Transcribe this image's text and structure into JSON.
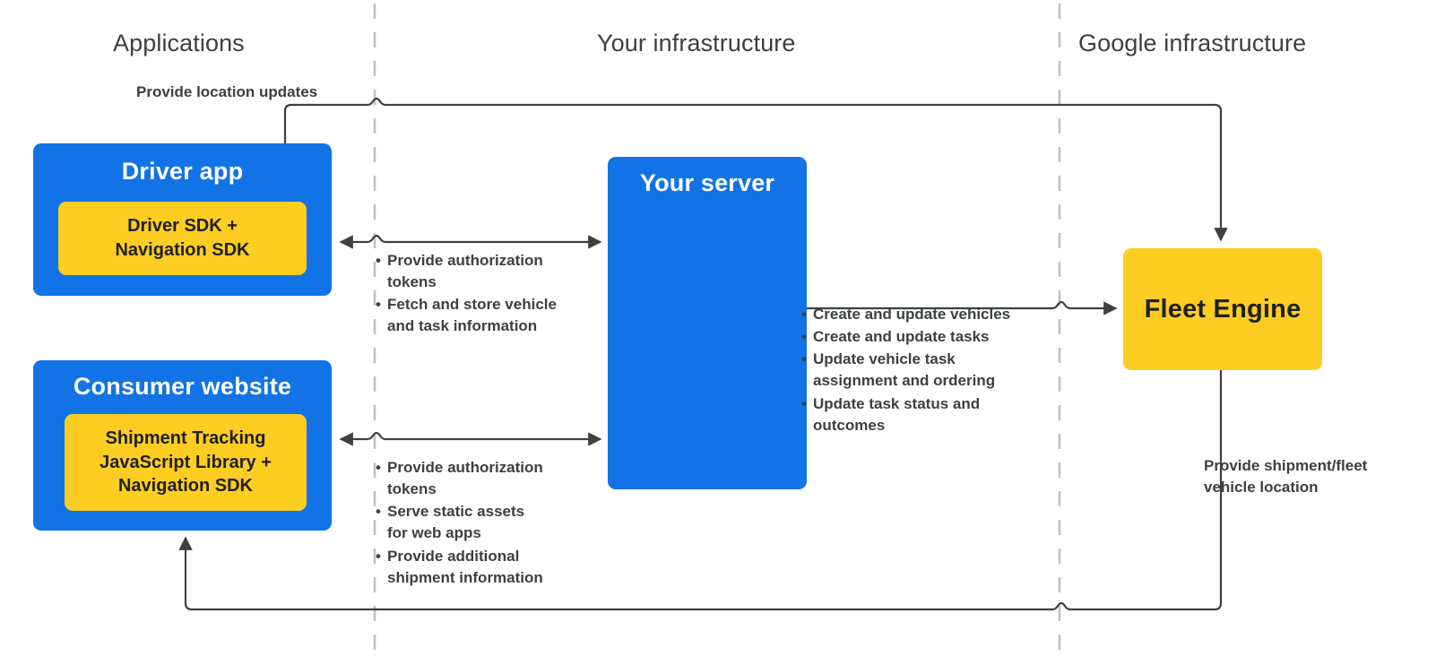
{
  "diagram": {
    "title": "Fleet Engine architecture overview",
    "colors": {
      "blue": "#1273e6",
      "yellow": "#fdcd22",
      "text_dark": "#3c4043",
      "text_on_blue": "#ffffff",
      "edge": "#3c4043",
      "divider": "#bdc1c6"
    }
  },
  "zones": [
    {
      "id": "applications",
      "label": "Applications"
    },
    {
      "id": "your-infrastructure",
      "label": "Your infrastructure"
    },
    {
      "id": "google-infrastructure",
      "label": "Google infrastructure"
    }
  ],
  "nodes": {
    "driver_app": {
      "title": "Driver app",
      "chip": "Driver SDK +\nNavigation SDK"
    },
    "consumer_website": {
      "title": "Consumer website",
      "chip": "Shipment Tracking\nJavaScript Library  +\nNavigation SDK"
    },
    "your_server": {
      "title": "Your server"
    },
    "fleet_engine": {
      "title": "Fleet Engine"
    }
  },
  "edges": {
    "provide_location_updates": {
      "label": "Provide location updates",
      "from": "driver_app",
      "to": "fleet_engine",
      "direction": "one-way"
    },
    "driver_to_server": {
      "direction": "two-way",
      "bullets": [
        "Provide authorization\ntokens",
        "Fetch and store vehicle\nand task information"
      ]
    },
    "consumer_to_server": {
      "direction": "two-way",
      "bullets": [
        "Provide authorization\ntokens",
        "Serve static assets\nfor web apps",
        "Provide additional\nshipment information"
      ]
    },
    "server_to_fleet_engine": {
      "direction": "one-way",
      "bullets": [
        "Create and update vehicles",
        "Create and update tasks",
        "Update vehicle task\nassignment and ordering",
        "Update task status and\noutcomes"
      ]
    },
    "fleet_engine_to_consumer": {
      "label": "Provide shipment/fleet\nvehicle location",
      "from": "fleet_engine",
      "to": "consumer_website",
      "direction": "one-way"
    }
  }
}
